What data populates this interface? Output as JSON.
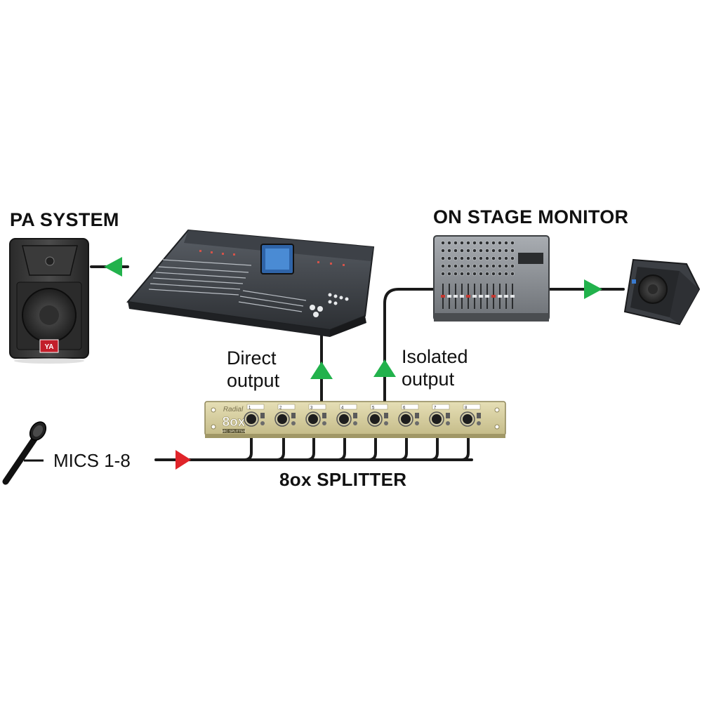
{
  "labels": {
    "pa_system": "PA SYSTEM",
    "on_stage_monitor": "ON STAGE MONITOR",
    "direct_output_line1": "Direct",
    "direct_output_line2": "output",
    "isolated_output_line1": "Isolated",
    "isolated_output_line2": "output",
    "mics": "MICS 1-8",
    "splitter": "8ox SPLITTER"
  },
  "splitter_device": {
    "brand": "Radial",
    "model": "8ox",
    "badge": "MIC SPLITTER",
    "channels": [
      "1",
      "2",
      "3",
      "4",
      "5",
      "6",
      "7",
      "8"
    ]
  },
  "speaker_logo": "YA",
  "colors": {
    "signal_arrow": "#22b24c",
    "input_arrow": "#e0242a",
    "cable": "#1a1a1a",
    "splitter_panel": "#d8cf9f"
  }
}
